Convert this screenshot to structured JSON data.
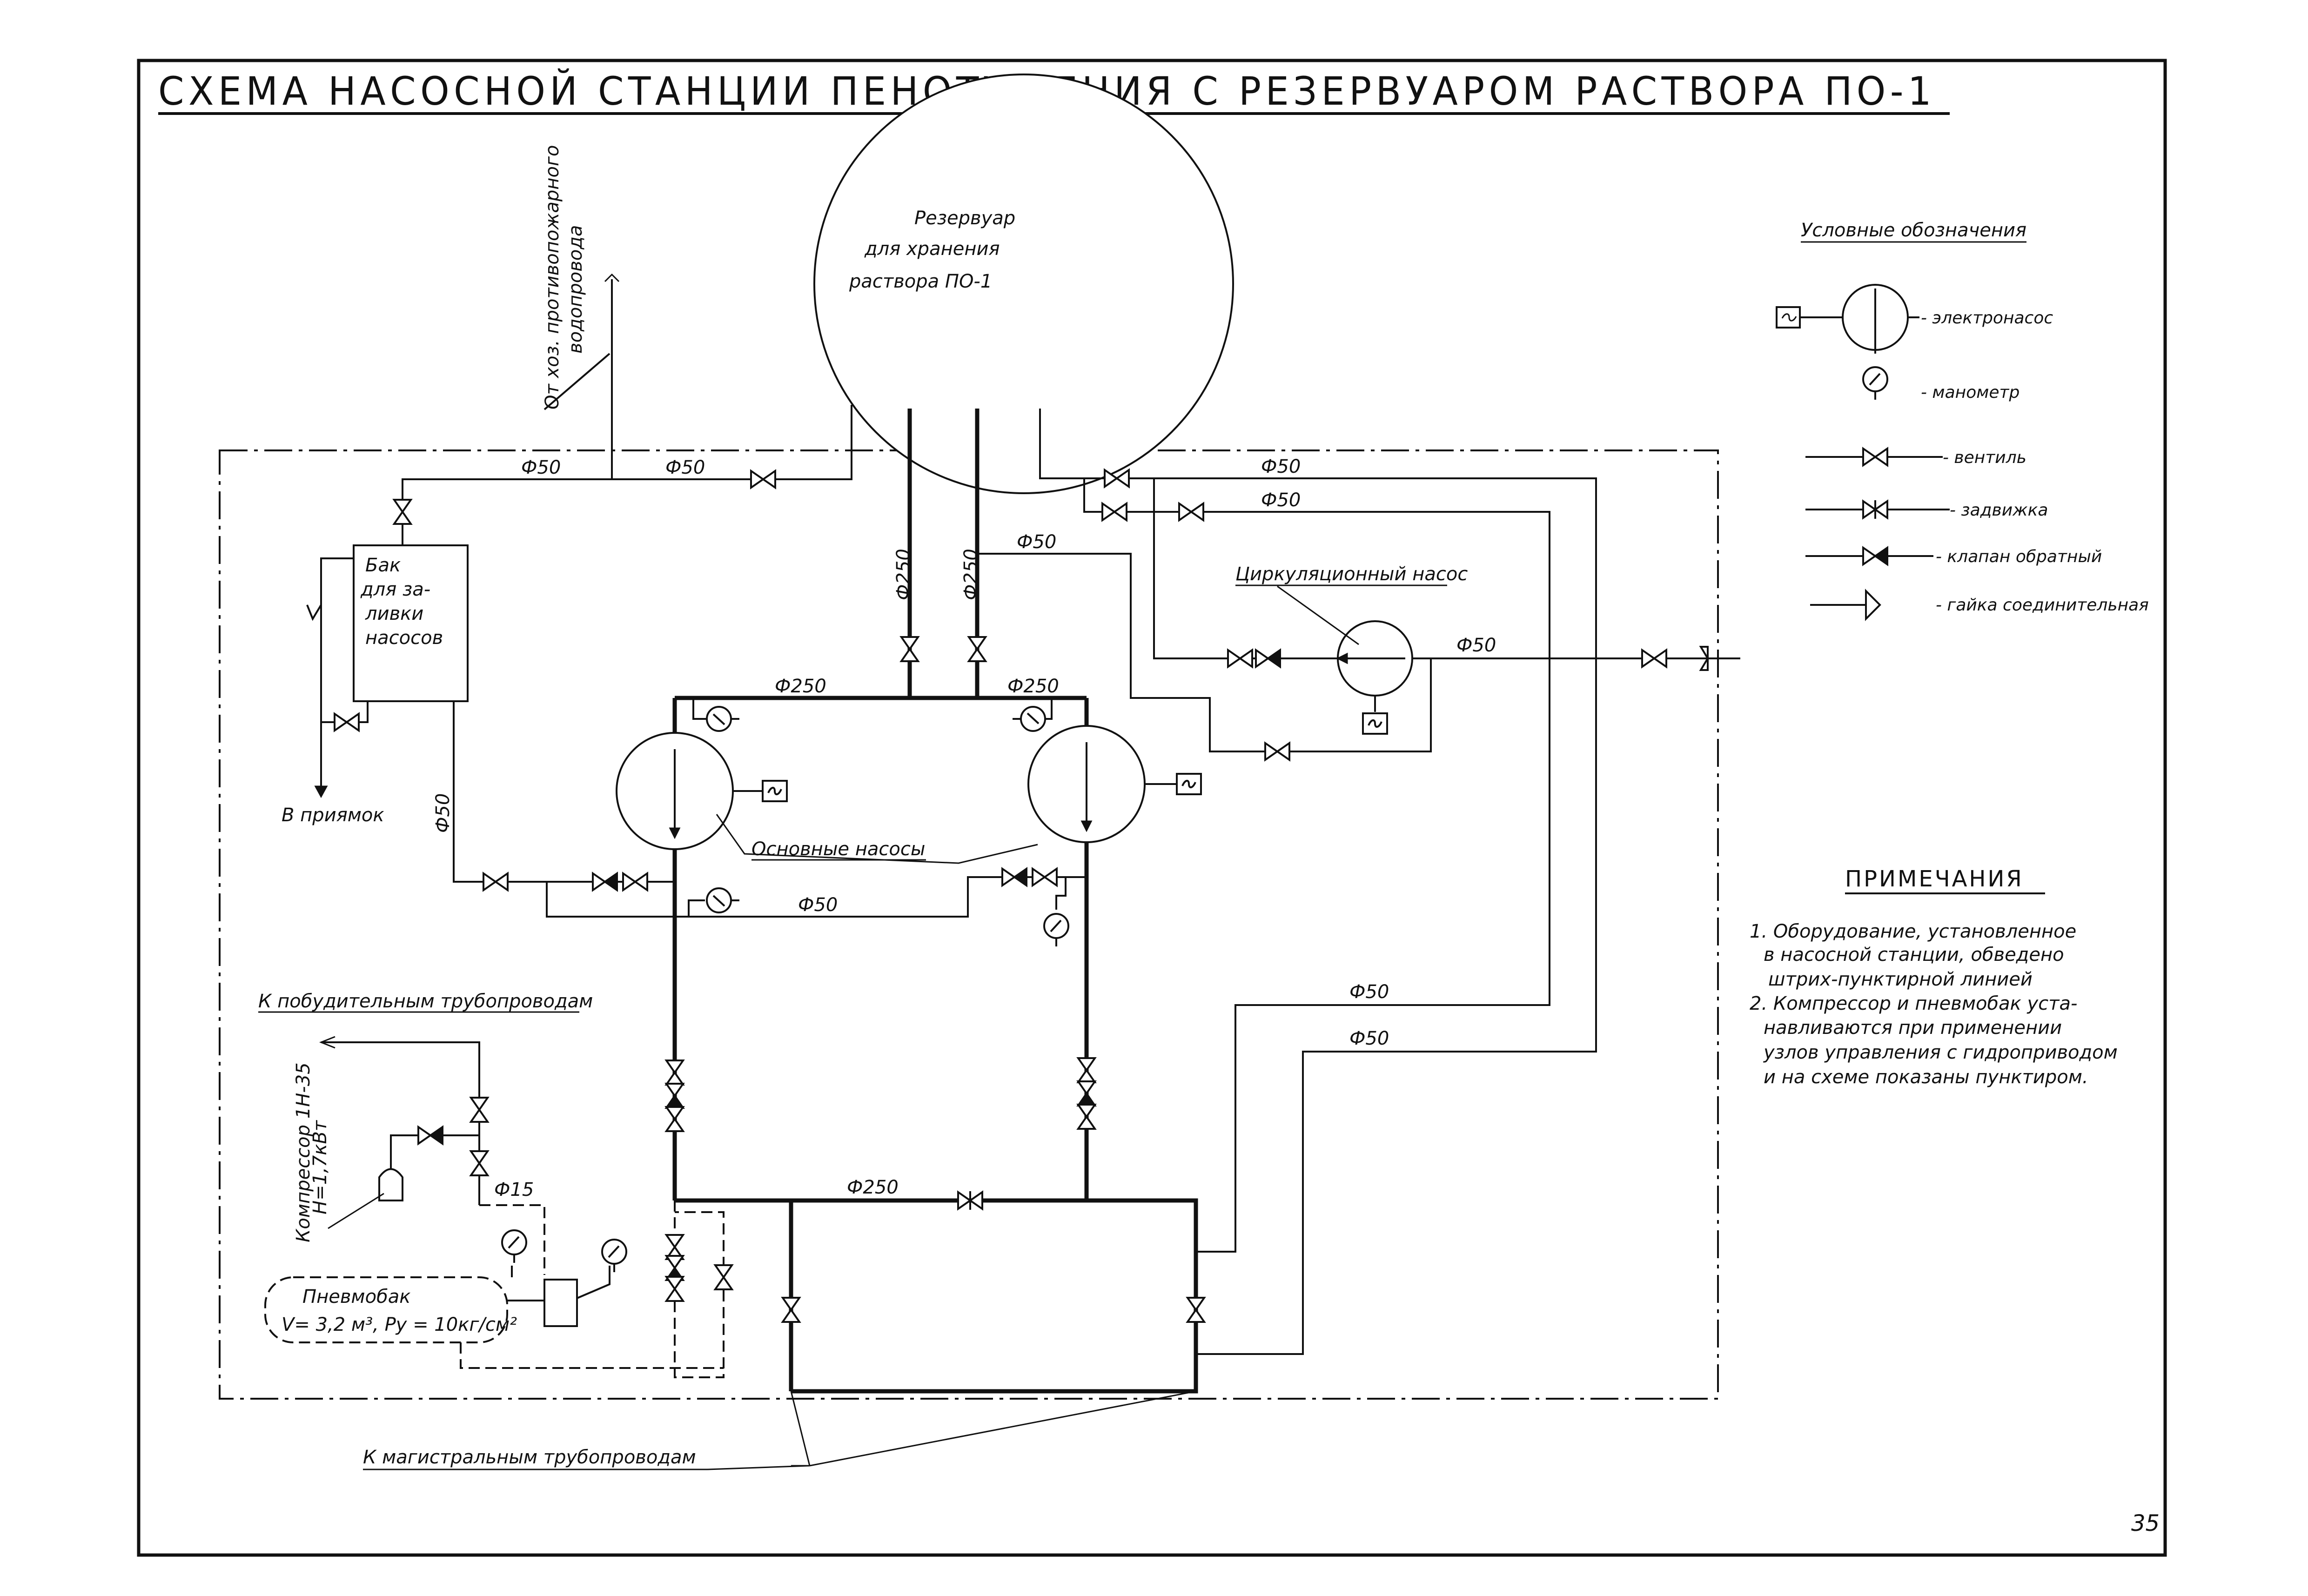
{
  "title": "СХЕМА НАСОСНОЙ СТАНЦИИ ПЕНОТУШЕНИЯ С РЕЗЕРВУАРОМ РАСТВОРА ПО-1",
  "page_number": "35",
  "reservoir": {
    "line1": "Резервуар",
    "line2": "для хранения",
    "line3": "раствора ПО-1"
  },
  "water_supply": {
    "line1": "От хоз. противопожарного",
    "line2": "водопровода"
  },
  "tank": {
    "line1": "Бак",
    "line2": "для за-",
    "line3": "ливки",
    "line4": "насосов"
  },
  "drain": "В приямок",
  "circulation_pump": "Циркуляционный насос",
  "main_pumps": "Основные насосы",
  "to_impulse": "К побудительным трубопроводам",
  "compressor": {
    "line1": "Компрессор 1Н-35",
    "line2": "Н=1,7кВт"
  },
  "pneumotank": {
    "line1": "Пневмобак",
    "line2": "V= 3,2 м³, Ру = 10кг/см²"
  },
  "to_mains": "К магистральным трубопроводам",
  "diameters": {
    "d50": "Ф50",
    "d250": "Ф250",
    "d15": "Ф15"
  },
  "legend": {
    "title": "Условные обозначения",
    "items": [
      {
        "symbol": "pump-icon",
        "label": "- электронасос"
      },
      {
        "symbol": "gauge-icon",
        "label": "- манометр"
      },
      {
        "symbol": "gate-valve-icon",
        "label": "- вентиль"
      },
      {
        "symbol": "sluice-valve-icon",
        "label": "- задвижка"
      },
      {
        "symbol": "check-valve-icon",
        "label": "- клапан обратный"
      },
      {
        "symbol": "connector-nut-icon",
        "label": "- гайка соединительная"
      }
    ]
  },
  "notes": {
    "title": "ПРИМЕЧАНИЯ",
    "n1": "1. Оборудование, установленное",
    "n1b": "в насосной станции, обведено",
    "n1c": "штрих-пунктирной линией",
    "n2": "2. Компрессор и пневмобак уста-",
    "n2b": "навливаются при применении",
    "n2c": "узлов управления с гидроприводом",
    "n2d": "и на схеме показаны пунктиром."
  }
}
